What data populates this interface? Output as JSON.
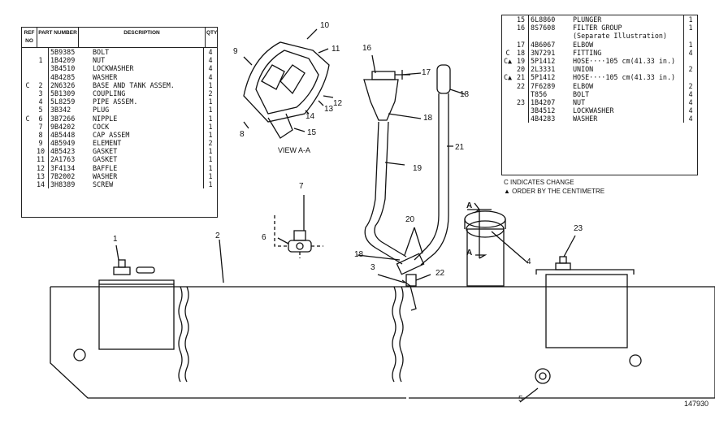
{
  "left_table": {
    "headers": {
      "ref": "REF NO",
      "part": "PART NUMBER",
      "desc": "DESCRIPTION",
      "qty": "QTY"
    },
    "rows": [
      {
        "mark": "",
        "ref": "",
        "pn": "5B9385",
        "desc": "BOLT",
        "qty": "4"
      },
      {
        "mark": "",
        "ref": "1",
        "pn": "1B4209",
        "desc": "NUT",
        "qty": "4"
      },
      {
        "mark": "",
        "ref": "",
        "pn": "3B4510",
        "desc": "LOCKWASHER",
        "qty": "4"
      },
      {
        "mark": "",
        "ref": "",
        "pn": "4B4285",
        "desc": "WASHER",
        "qty": "4"
      },
      {
        "mark": "C",
        "ref": "2",
        "pn": "2N6326",
        "desc": "BASE AND TANK ASSEM.",
        "qty": "1"
      },
      {
        "mark": "",
        "ref": "3",
        "pn": "5B1309",
        "desc": "COUPLING",
        "qty": "2"
      },
      {
        "mark": "",
        "ref": "4",
        "pn": "5L8259",
        "desc": "PIPE ASSEM.",
        "qty": "1"
      },
      {
        "mark": "",
        "ref": "5",
        "pn": "3B342",
        "desc": "PLUG",
        "qty": "1"
      },
      {
        "mark": "C",
        "ref": "6",
        "pn": "3B7266",
        "desc": "NIPPLE",
        "qty": "1"
      },
      {
        "mark": "",
        "ref": "7",
        "pn": "9B4202",
        "desc": "COCK",
        "qty": "1"
      },
      {
        "mark": "",
        "ref": "8",
        "pn": "4B5448",
        "desc": "CAP ASSEM",
        "qty": "1"
      },
      {
        "mark": "",
        "ref": "9",
        "pn": "4B5949",
        "desc": "ELEMENT",
        "qty": "2"
      },
      {
        "mark": "",
        "ref": "10",
        "pn": "4B5423",
        "desc": "GASKET",
        "qty": "1"
      },
      {
        "mark": "",
        "ref": "11",
        "pn": "2A1763",
        "desc": "GASKET",
        "qty": "1"
      },
      {
        "mark": "",
        "ref": "12",
        "pn": "3F4134",
        "desc": "BAFFLE",
        "qty": "1"
      },
      {
        "mark": "",
        "ref": "13",
        "pn": "7B2002",
        "desc": "WASHER",
        "qty": "1"
      },
      {
        "mark": "",
        "ref": "14",
        "pn": "3H8389",
        "desc": "SCREW",
        "qty": "1"
      }
    ]
  },
  "right_table": {
    "rows": [
      {
        "mark": "",
        "ref": "15",
        "pn": "6L8860",
        "desc": "PLUNGER",
        "qty": "1"
      },
      {
        "mark": "",
        "ref": "16",
        "pn": "8S7608",
        "desc": "FILTER GROUP",
        "qty": "1"
      },
      {
        "mark": "",
        "ref": "",
        "pn": "",
        "desc": "(Separate Illustration)",
        "qty": ""
      },
      {
        "mark": "",
        "ref": "17",
        "pn": "4B6067",
        "desc": "ELBOW",
        "qty": "1"
      },
      {
        "mark": "C",
        "ref": "18",
        "pn": "3N7291",
        "desc": "FITTING",
        "qty": "4"
      },
      {
        "mark": "C▲",
        "ref": "19",
        "pn": "5P1412",
        "desc": "HOSE····105 cm(41.33 in.)",
        "qty": ""
      },
      {
        "mark": "",
        "ref": "20",
        "pn": "2L3331",
        "desc": "UNION",
        "qty": "2"
      },
      {
        "mark": "C▲",
        "ref": "21",
        "pn": "5P1412",
        "desc": "HOSE····105 cm(41.33 in.)",
        "qty": ""
      },
      {
        "mark": "",
        "ref": "22",
        "pn": "7F6289",
        "desc": "ELBOW",
        "qty": "2"
      },
      {
        "mark": "",
        "ref": "",
        "pn": "T856",
        "desc": "BOLT",
        "qty": "4"
      },
      {
        "mark": "",
        "ref": "23",
        "pn": "1B4207",
        "desc": "NUT",
        "qty": "4"
      },
      {
        "mark": "",
        "ref": "",
        "pn": "3B4512",
        "desc": "LOCKWASHER",
        "qty": "4"
      },
      {
        "mark": "",
        "ref": "",
        "pn": "4B4283",
        "desc": "WASHER",
        "qty": "4"
      }
    ]
  },
  "notes": {
    "line1": "C INDICATES CHANGE",
    "line2": "▲ ORDER BY THE CENTIMETRE"
  },
  "view_label": "VIEW A-A",
  "section_marker": "A",
  "figure_number": "147930",
  "callouts": [
    "1",
    "2",
    "3",
    "4",
    "5",
    "6",
    "7",
    "8",
    "9",
    "10",
    "11",
    "12",
    "13",
    "14",
    "15",
    "16",
    "17",
    "18",
    "18",
    "18",
    "19",
    "20",
    "21",
    "22",
    "23"
  ]
}
